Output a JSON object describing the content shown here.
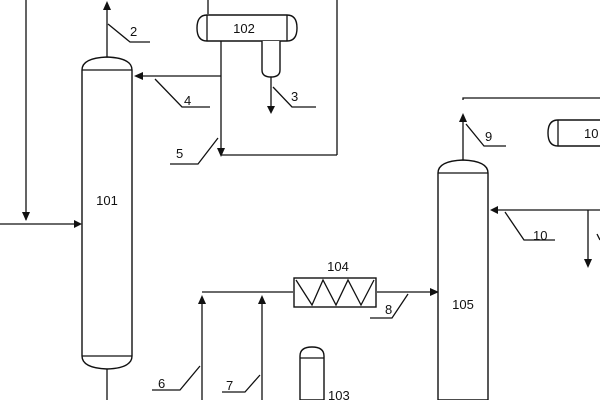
{
  "diagram": {
    "type": "process-flow-diagram",
    "equipment": [
      {
        "id": "101",
        "kind": "column"
      },
      {
        "id": "102",
        "kind": "reflux-drum"
      },
      {
        "id": "103",
        "kind": "vessel"
      },
      {
        "id": "104",
        "kind": "heat-exchanger"
      },
      {
        "id": "105",
        "kind": "column"
      },
      {
        "id": "10",
        "kind": "reflux-drum",
        "note": "second drum, partially visible at right edge"
      }
    ],
    "streams": [
      {
        "id": "2",
        "description": "overhead vapor from 101 upward"
      },
      {
        "id": "3",
        "description": "outlet from boot of 102"
      },
      {
        "id": "4",
        "description": "reflux into 101"
      },
      {
        "id": "5",
        "description": "line returning from top loop"
      },
      {
        "id": "6",
        "description": "feed line up to 104"
      },
      {
        "id": "7",
        "description": "second feed line up to 104"
      },
      {
        "id": "8",
        "description": "from 104 into 105"
      },
      {
        "id": "9",
        "description": "overhead vapor from 105"
      },
      {
        "id": "10",
        "description": "reflux into 105"
      }
    ]
  }
}
